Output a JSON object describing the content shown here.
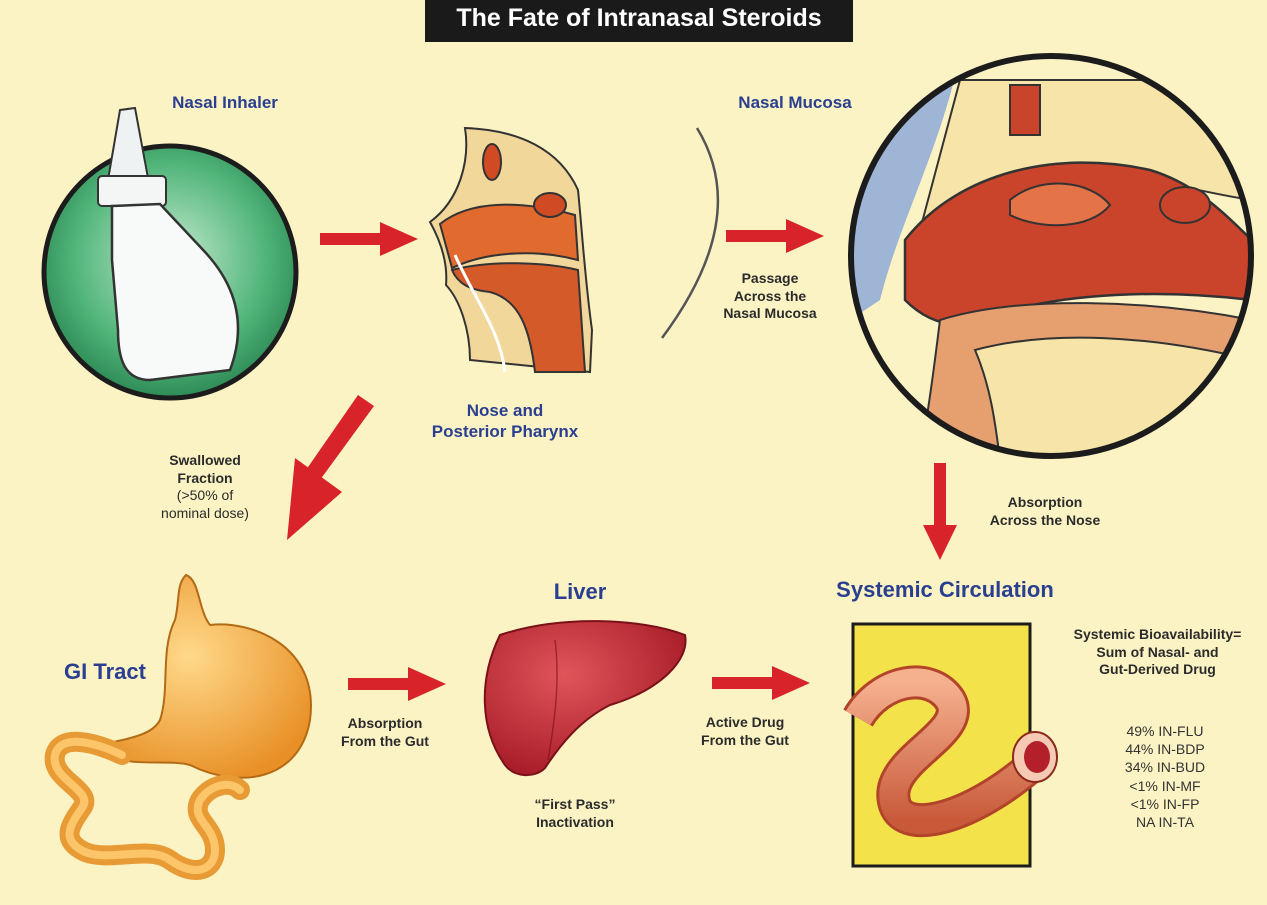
{
  "title": "The Fate of Intranasal Steroids",
  "labels": {
    "nasal_inhaler": "Nasal Inhaler",
    "nasal_mucosa": "Nasal Mucosa",
    "nose_pharynx_1": "Nose and",
    "nose_pharynx_2": "Posterior Pharynx",
    "passage_1": "Passage",
    "passage_2": "Across the",
    "passage_3": "Nasal Mucosa",
    "swallowed_1": "Swallowed",
    "swallowed_2": "Fraction",
    "swallowed_3": "(>50% of",
    "swallowed_4": "nominal dose)",
    "absorption_nose_1": "Absorption",
    "absorption_nose_2": "Across the Nose",
    "gi_tract": "GI Tract",
    "liver": "Liver",
    "systemic_circulation": "Systemic Circulation",
    "absorption_gut_1": "Absorption",
    "absorption_gut_2": "From the Gut",
    "active_drug_1": "Active Drug",
    "active_drug_2": "From the Gut",
    "first_pass_1": "“First Pass”",
    "first_pass_2": "Inactivation",
    "bioavail_1": "Systemic Bioavailability=",
    "bioavail_2": "Sum of Nasal- and",
    "bioavail_3": "Gut-Derived Drug"
  },
  "bioavailability": [
    "49% IN-FLU",
    "44% IN-BDP",
    "34% IN-BUD",
    "<1% IN-MF",
    "<1% IN-FP",
    "NA IN-TA"
  ],
  "colors": {
    "background": "#fbf3c4",
    "arrow": "#d8232a",
    "label_blue": "#2a3f8f",
    "liver": "#c22a34",
    "stomach": "#f0a63c",
    "vessel": "#e07a52",
    "circulation_box": "#f4e24a"
  }
}
